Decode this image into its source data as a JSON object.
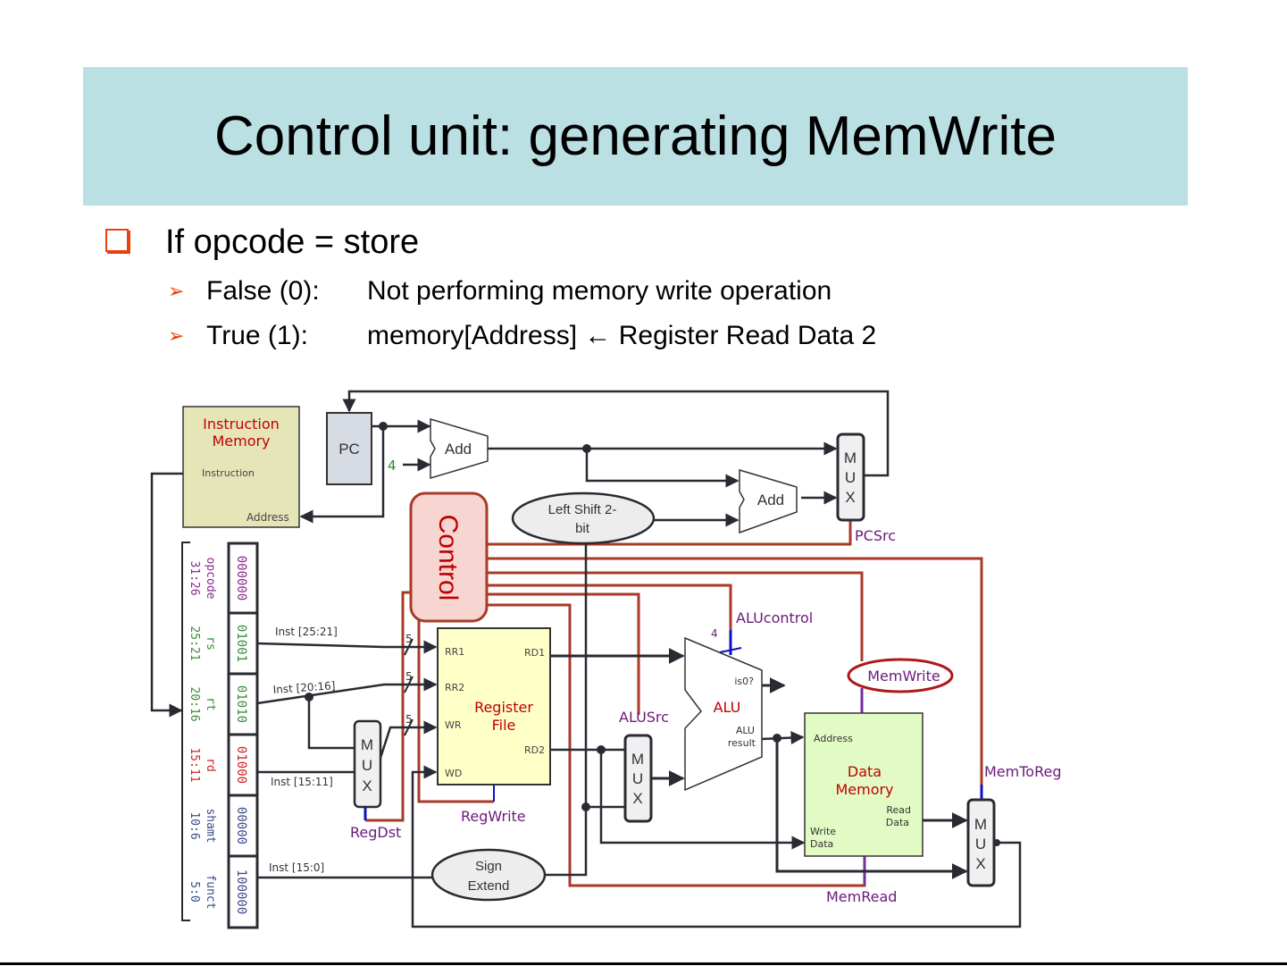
{
  "slide": {
    "title": "Control unit: generating MemWrite",
    "bullet": "If opcode = store",
    "sub_bullets": [
      {
        "label": "False (0):",
        "text": "Not performing memory write operation"
      },
      {
        "label": "True (1):",
        "text": "memory[Address] ← Register Read Data 2"
      }
    ]
  },
  "diagram": {
    "instruction_memory": {
      "title_line1": "Instruction",
      "title_line2": "Memory",
      "port_out": "Instruction",
      "port_in": "Address"
    },
    "pc": "PC",
    "const_four": "4",
    "adder1": "Add",
    "adder2": "Add",
    "shift": {
      "line1": "Left Shift 2-",
      "line2": "bit"
    },
    "control": "Control",
    "mux_label": [
      "M",
      "U",
      "X"
    ],
    "fields": [
      {
        "name": "opcode",
        "bits": "31:26",
        "value": "000000",
        "color": "#8b2a8b"
      },
      {
        "name": "rs",
        "bits": "25:21",
        "value": "01001",
        "color": "#3a8a3a"
      },
      {
        "name": "rt",
        "bits": "20:16",
        "value": "01010",
        "color": "#3a8a3a"
      },
      {
        "name": "rd",
        "bits": "15:11",
        "value": "01000",
        "color": "#cc2222"
      },
      {
        "name": "shamt",
        "bits": "10:6",
        "value": "00000",
        "color": "#3a4a8a"
      },
      {
        "name": "funct",
        "bits": "5:0",
        "value": "100000",
        "color": "#3a4a8a"
      }
    ],
    "inst_labels": {
      "rs": "Inst [25:21]",
      "rt": "Inst [20:16]",
      "rd": "Inst [15:11]",
      "imm": "Inst [15:0]"
    },
    "bus_width": "5",
    "alu_ctrl_width": "4",
    "register_file": {
      "title_line1": "Register",
      "title_line2": "File",
      "rr1": "RR1",
      "rr2": "RR2",
      "wr": "WR",
      "wd": "WD",
      "rd1": "RD1",
      "rd2": "RD2"
    },
    "sign_extend": {
      "line1": "Sign",
      "line2": "Extend"
    },
    "alu": {
      "title": "ALU",
      "is0": "is0?",
      "result_line1": "ALU",
      "result_line2": "result"
    },
    "data_memory": {
      "title_line1": "Data",
      "title_line2": "Memory",
      "address": "Address",
      "read_data_1": "Read",
      "read_data_2": "Data",
      "write_data_1": "Write",
      "write_data_2": "Data"
    },
    "signals": {
      "pcsrc": "PCSrc",
      "alucontrol": "ALUcontrol",
      "memwrite": "MemWrite",
      "alusrc": "ALUSrc",
      "memtoreg": "MemToReg",
      "regwrite": "RegWrite",
      "regdst": "RegDst",
      "memread": "MemRead"
    },
    "colors": {
      "control_wire": "#a83a28",
      "signal_text": "#6a1a7a",
      "highlight": "#b01818",
      "blue_stub": "#1010c0",
      "purple_stub": "#7030a0"
    }
  }
}
